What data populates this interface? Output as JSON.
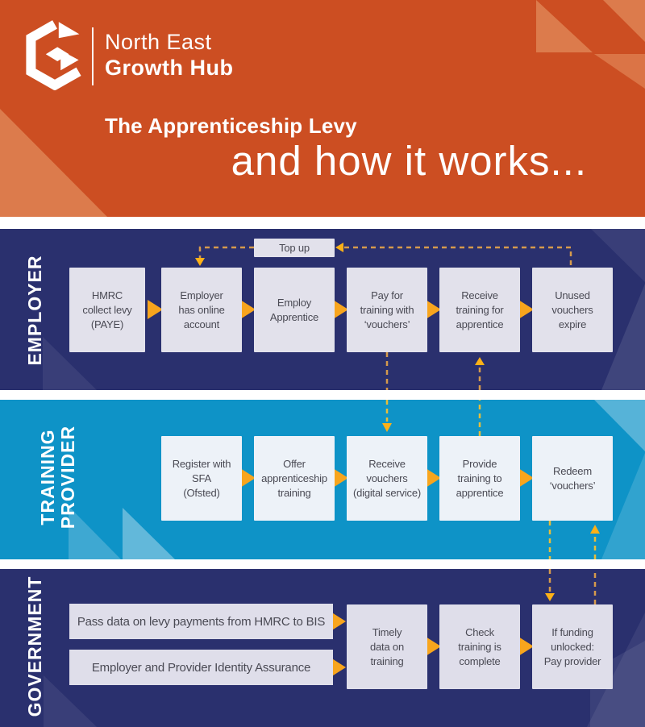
{
  "colors": {
    "header_bg": "#CC4E22",
    "header_accent_light": "#DC7B4C",
    "navy_lane_bg": "#2A306E",
    "blue_lane_bg": "#0E93C7",
    "employer_box_bg": "#E2E1EB",
    "training_box_bg": "#EDF2F8",
    "government_box_bg": "#DFDEEA",
    "solid_arrow": "#F8A51D",
    "dash_on_navy": "#D59A4C",
    "dash_on_blue": "#E6BE3B",
    "dash_arrowhead": "#FDB117",
    "box_text": "#4A4A54"
  },
  "header": {
    "logo": {
      "top": "North East",
      "bottom": "Growth Hub"
    },
    "title": "The Apprenticeship Levy",
    "subtitle": "and how it works..."
  },
  "employer": {
    "label": "EMPLOYER",
    "top_up": "Top up",
    "boxes": [
      "HMRC\ncollect levy\n(PAYE)",
      "Employer\nhas online\naccount",
      "Employ\nApprentice",
      "Pay for\ntraining with\n‘vouchers’",
      "Receive\ntraining for\napprentice",
      "Unused\nvouchers\nexpire"
    ]
  },
  "training_provider": {
    "label": "TRAINING\nPROVIDER",
    "boxes": [
      "Register with\nSFA\n(Ofsted)",
      "Offer\napprenticeship\ntraining",
      "Receive\nvouchers\n(digital service)",
      "Provide\ntraining to\napprentice",
      "Redeem\n‘vouchers’"
    ]
  },
  "government": {
    "label": "GOVERNMENT",
    "bars": [
      "Pass data on levy payments from HMRC to BIS",
      "Employer and Provider Identity Assurance"
    ],
    "boxes": [
      "Timely\ndata on\ntraining",
      "Check\ntraining is\ncomplete",
      "If funding\nunlocked:\nPay provider"
    ]
  }
}
